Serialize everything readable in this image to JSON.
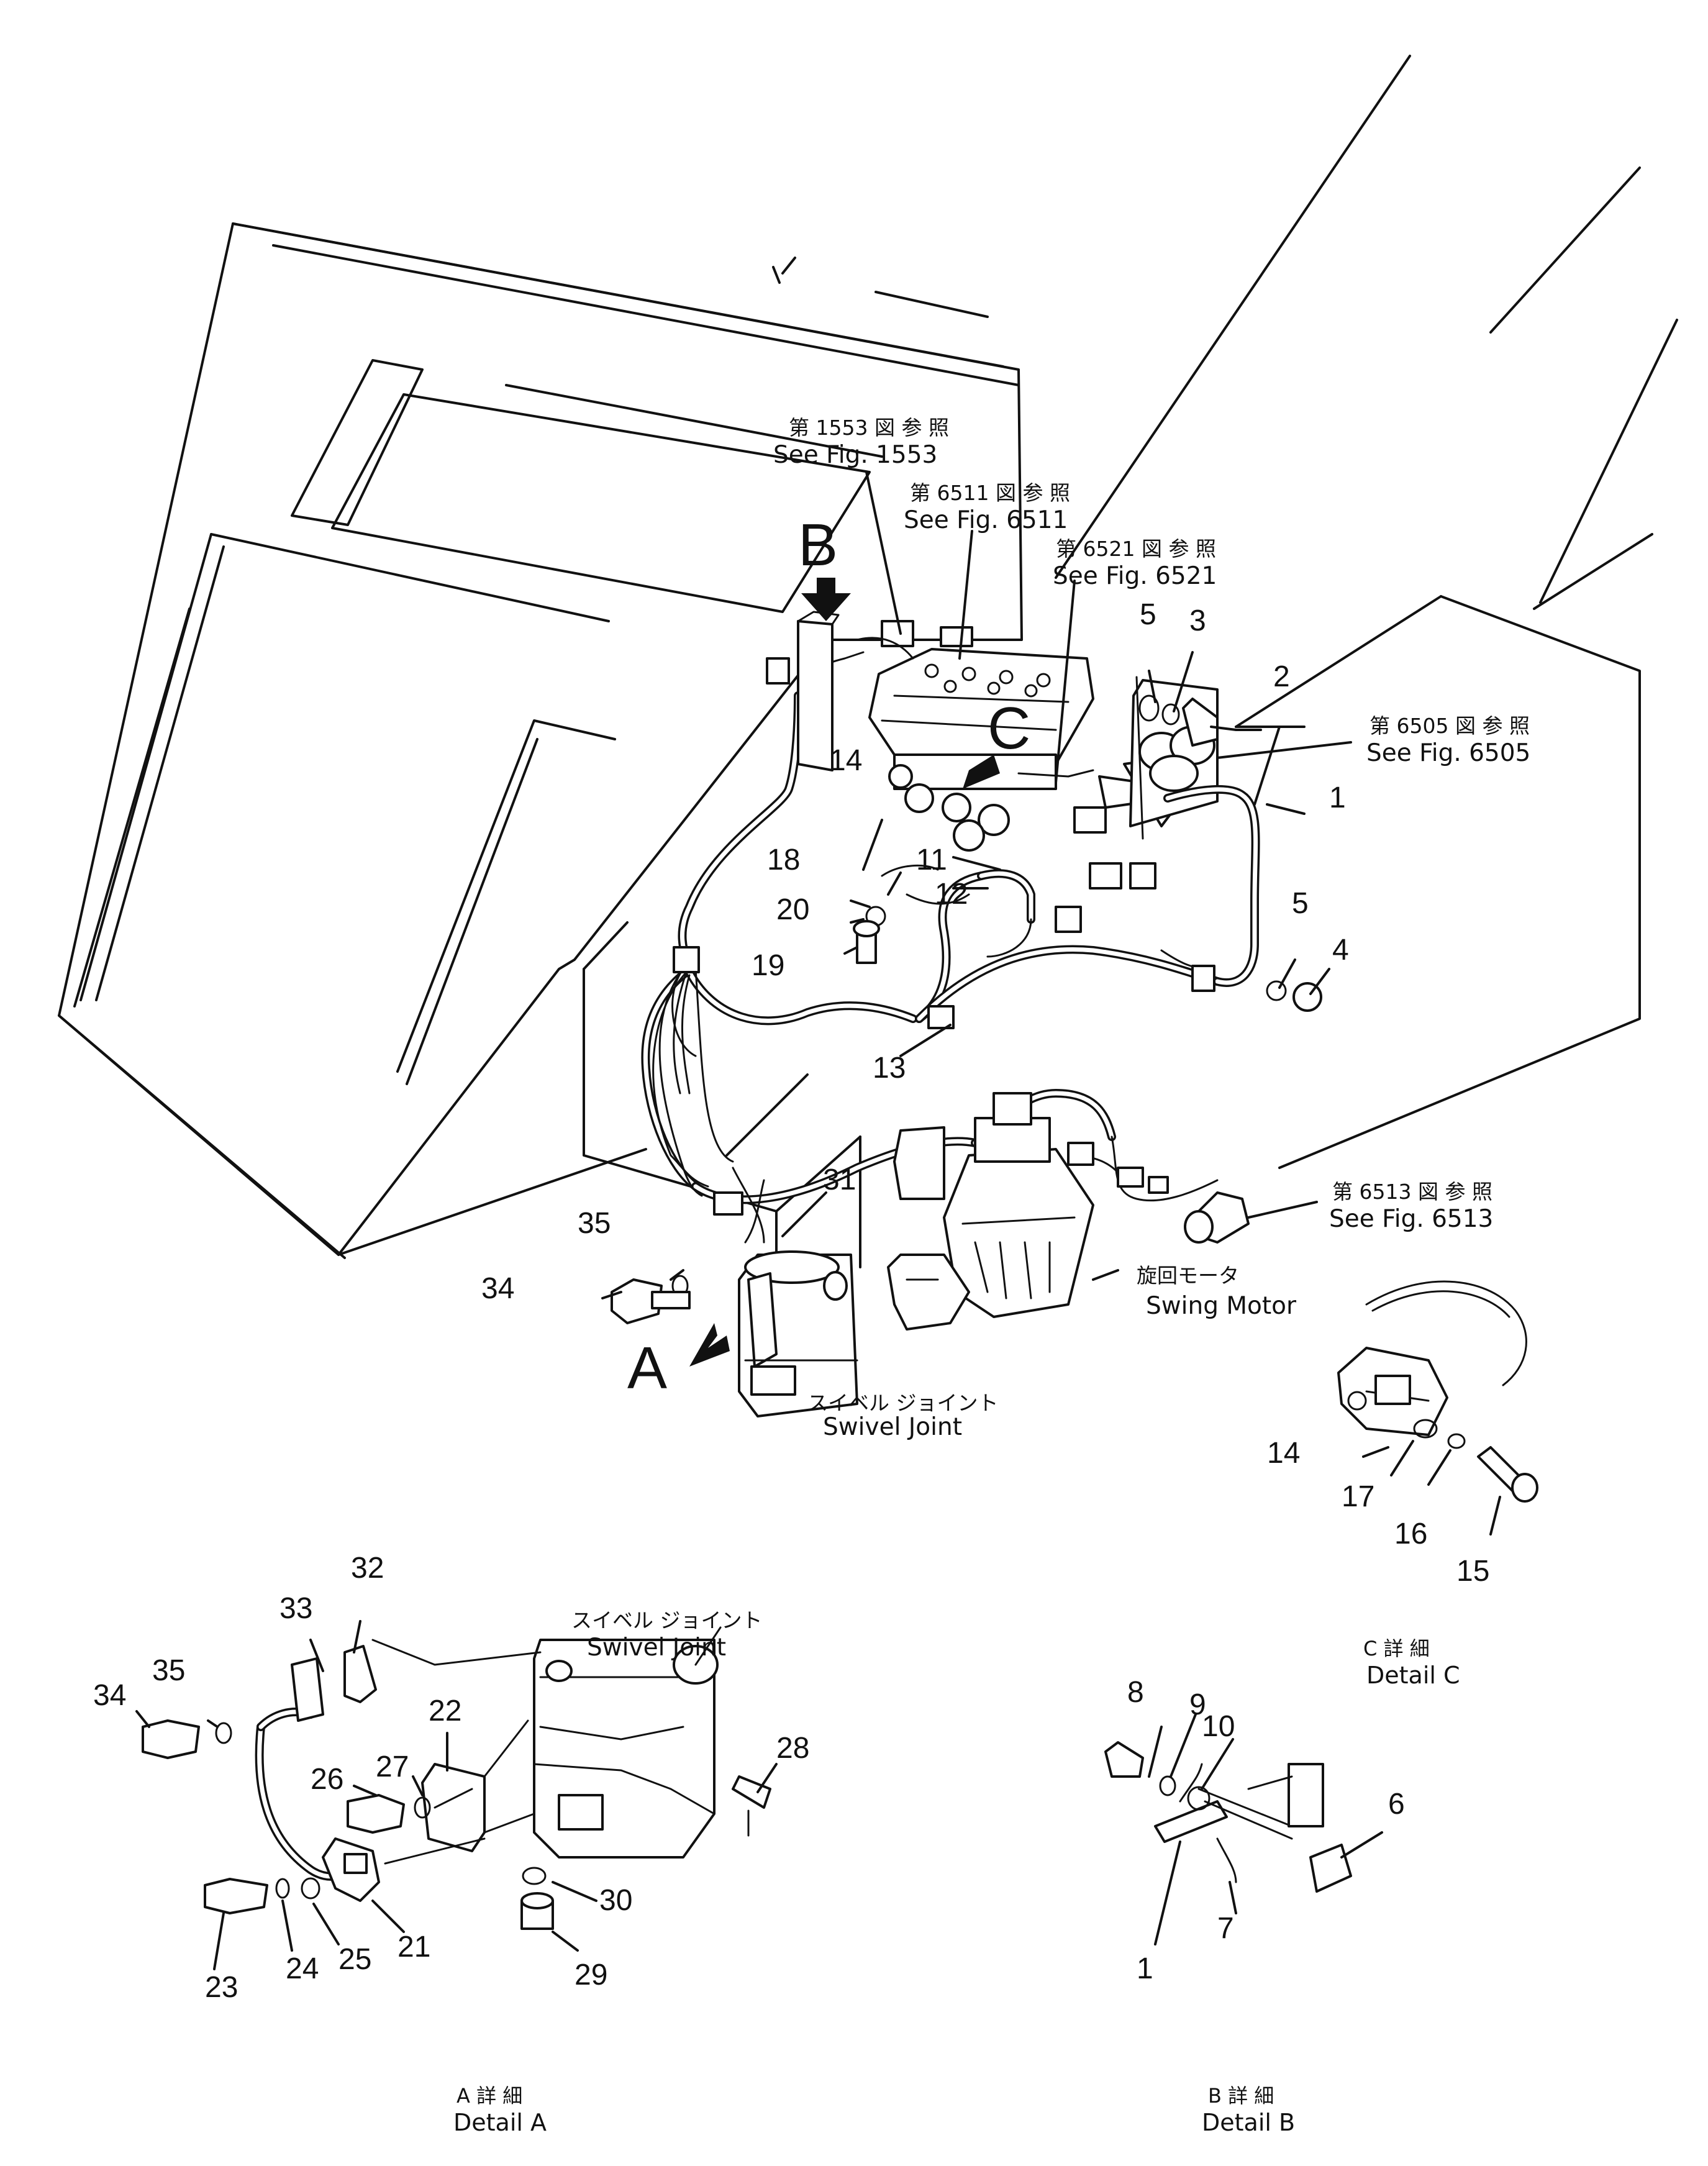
{
  "view_letters": {
    "a": "A",
    "b": "B",
    "c": "C"
  },
  "references": [
    {
      "jp": "第 1553 図 参 照",
      "en": "See Fig. 1553"
    },
    {
      "jp": "第 6511 図 参 照",
      "en": "See Fig. 6511"
    },
    {
      "jp": "第 6521 図 参 照",
      "en": "See Fig. 6521"
    },
    {
      "jp": "第 6505 図 参 照",
      "en": "See Fig. 6505"
    },
    {
      "jp": "第 6513 図 参 照",
      "en": "See Fig. 6513"
    }
  ],
  "components": {
    "swing_motor": {
      "jp": "旋回モータ",
      "en": "Swing Motor"
    },
    "swivel_joint_main": {
      "jp": "スイベル ジョイント",
      "en": "Swivel Joint"
    },
    "swivel_joint_detail": {
      "jp": "スイベル ジョイント",
      "en": "Swivel Joint"
    }
  },
  "details": {
    "a": {
      "jp": "A 詳 細",
      "en": "Detail A"
    },
    "b": {
      "jp": "B 詳 細",
      "en": "Detail B"
    },
    "c": {
      "jp": "C 詳 細",
      "en": "Detail C"
    }
  },
  "callouts": {
    "main": [
      "1",
      "2",
      "3",
      "5",
      "5",
      "4",
      "14",
      "18",
      "20",
      "19",
      "11",
      "12",
      "13",
      "31",
      "35",
      "34"
    ],
    "detail_a": [
      "32",
      "33",
      "34",
      "35",
      "22",
      "27",
      "26",
      "28",
      "21",
      "25",
      "24",
      "23",
      "30",
      "29"
    ],
    "detail_b": [
      "8",
      "9",
      "10",
      "6",
      "1",
      "7"
    ],
    "detail_c": [
      "14",
      "17",
      "16",
      "15"
    ]
  }
}
